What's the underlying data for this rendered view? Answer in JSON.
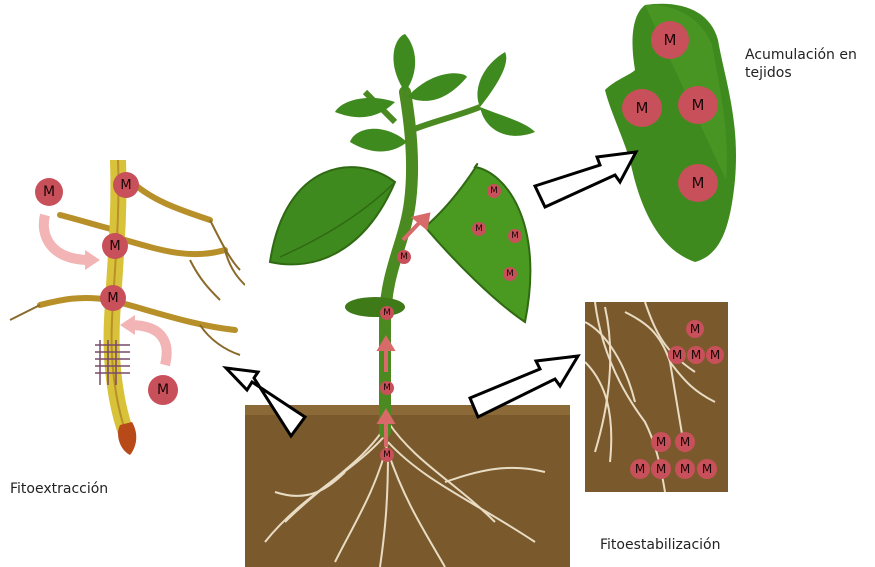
{
  "metal_symbol": "M",
  "labels": {
    "accumulation": "Acumulación en tejidos",
    "extraction": "Fitoextracción",
    "stabilization": "Fitoestabilización"
  },
  "colors": {
    "marker_fill": "#c8505a",
    "marker_text": "#1c0608",
    "leaf_green": "#3f8a1e",
    "soil_brown": "#7a5a2c",
    "root_yellow": "#d8c23a",
    "uptake_arrow": "#f2b4b4"
  }
}
